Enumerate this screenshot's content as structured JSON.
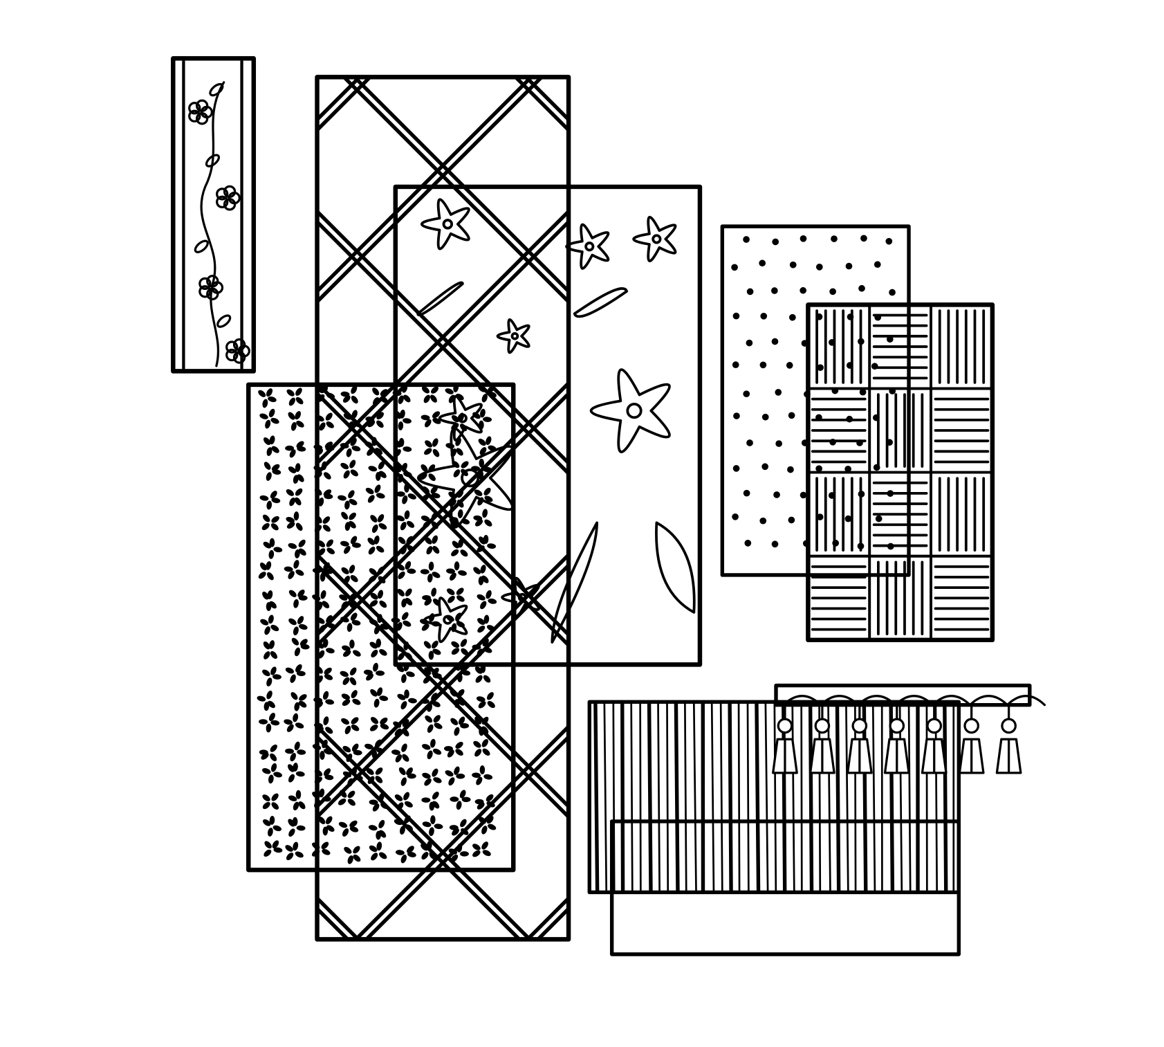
{
  "colors": {
    "ink": "#000000",
    "background": "#ffffff"
  },
  "swatches": [
    {
      "pattern": "floral-vine-border"
    },
    {
      "pattern": "diamond-lattice"
    },
    {
      "pattern": "large-floral"
    },
    {
      "pattern": "leopard-spots"
    },
    {
      "pattern": "polka-dots"
    },
    {
      "pattern": "basketweave"
    },
    {
      "pattern": "vertical-stripes"
    },
    {
      "pattern": "tassel-trim"
    }
  ]
}
